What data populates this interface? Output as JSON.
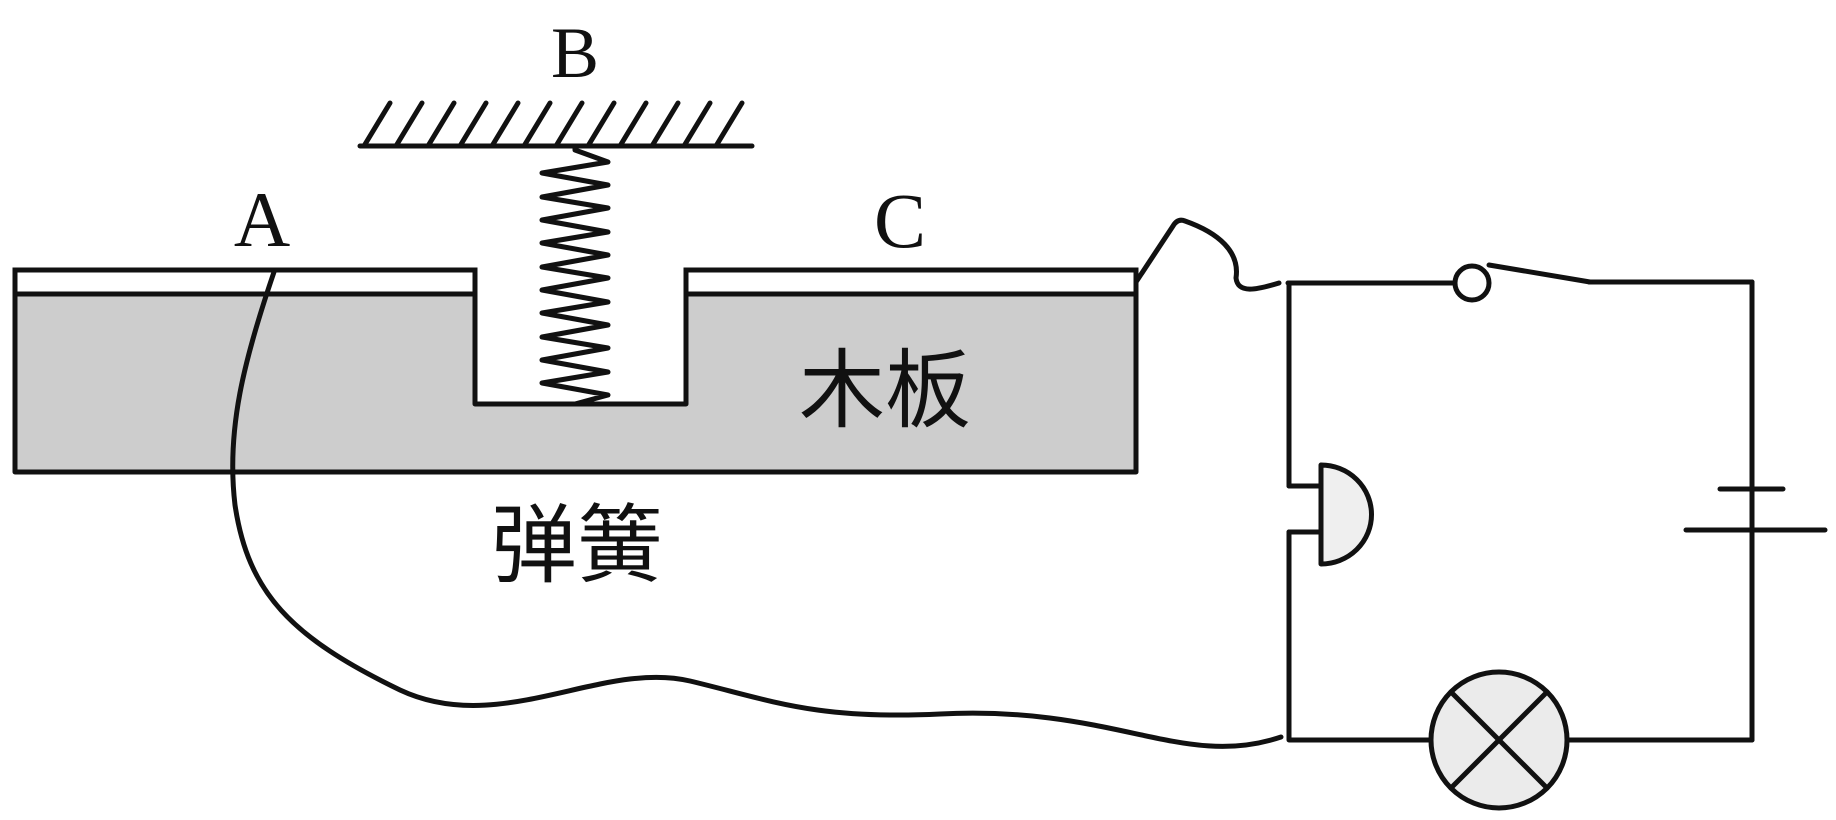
{
  "labels": {
    "a": "A",
    "b": "B",
    "c": "C",
    "board": "木板",
    "spring": "弹簧"
  },
  "colors": {
    "line": "#111111",
    "board": "#cdcdcd",
    "bell": "#efefef",
    "lamp": "#ebebeb",
    "background": "#ffffff"
  }
}
